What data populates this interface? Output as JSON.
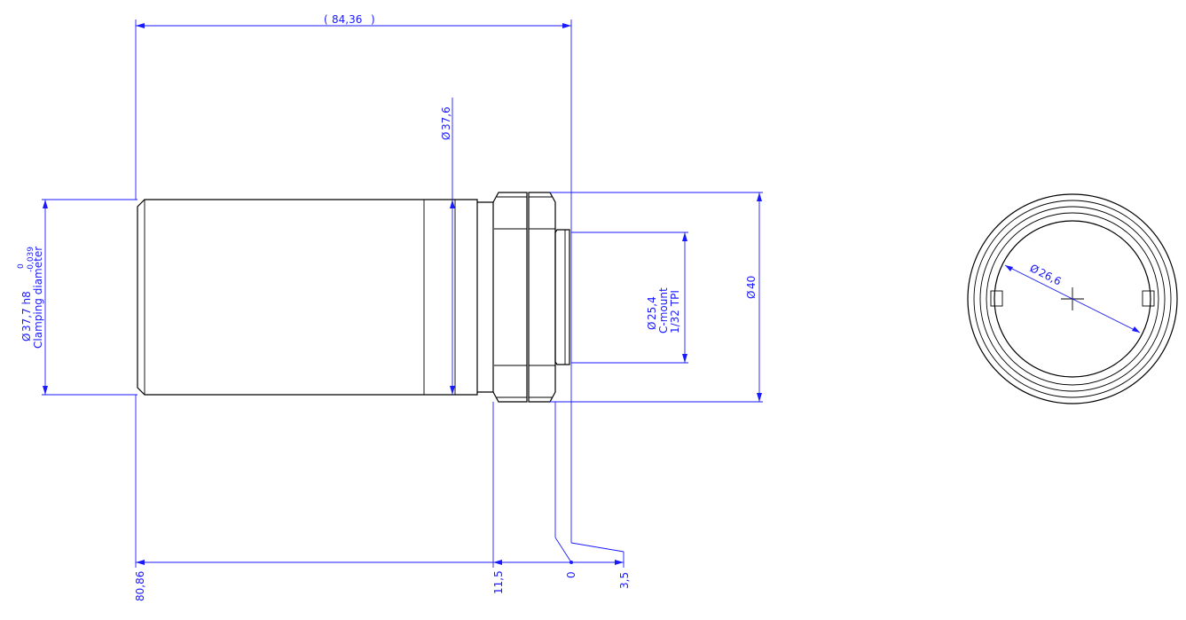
{
  "drawing": {
    "colors": {
      "outline": "#000000",
      "dimension": "#1a1aff",
      "background": "#ffffff"
    },
    "dimensions": {
      "overall_length": "84,36",
      "diameter_groove": "37,6",
      "clamping_diameter": "37,7 h8",
      "tolerance_upper": "0",
      "tolerance_lower": "-0,039",
      "clamping_label": "Clamping diameter",
      "cmount_diameter": "25,4",
      "cmount_label": "C-mount",
      "cmount_thread": "1/32 TPI",
      "outer_diameter": "40",
      "end_view_diameter": "26,6",
      "diameter_symbol": "Ø"
    },
    "baseline": {
      "pos_1": "80,86",
      "pos_2": "11,5",
      "pos_3": "0",
      "pos_4": "3,5"
    }
  }
}
